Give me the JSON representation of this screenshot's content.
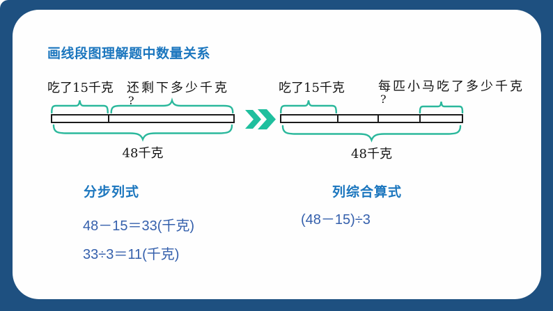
{
  "slide": {
    "title": "画线段图理解题中数量关系"
  },
  "colors": {
    "frame_navy": "#1E5080",
    "title_blue": "#1B76BE",
    "equation_blue": "#3560AC",
    "brace_teal": "#2BB89C",
    "arrow_teal": "#1FBF9E",
    "bar_outline": "#1A1A1A"
  },
  "left_diagram": {
    "label_eaten": "吃了15千克",
    "label_remaining": "还剩下多少千克",
    "question_mark": "?",
    "total_label": "48千克"
  },
  "right_diagram": {
    "label_eaten": "吃了15千克",
    "label_each_pony": "每匹小马吃了多少千克",
    "question_mark": "?",
    "total_label": "48千克"
  },
  "solutions": {
    "stepwise": {
      "heading": "分步列式",
      "line1": "48－15＝33(千克)",
      "line2": "33÷3＝11(千克)"
    },
    "combined": {
      "heading": "列综合算式",
      "expression": "(48－15)÷3"
    }
  }
}
